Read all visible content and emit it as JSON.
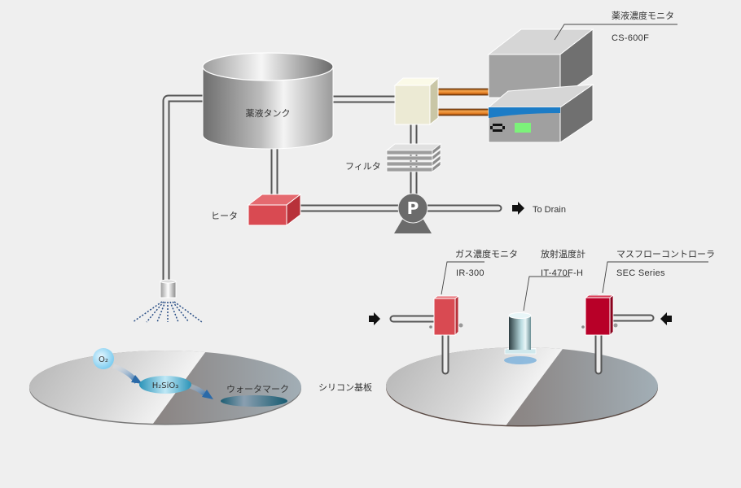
{
  "diagram": {
    "type": "process-diagram",
    "labels": {
      "tank": "薬液タンク",
      "concentration_monitor": "薬液濃度モニタ",
      "concentration_monitor_model": "CS-600F",
      "filter": "フィルタ",
      "heater": "ヒータ",
      "pump_symbol": "P",
      "drain": "To Drain",
      "gas_monitor": "ガス濃度モニタ",
      "gas_monitor_model": "IR-300",
      "thermometer": "放射温度計",
      "thermometer_model": "IT-470F-H",
      "mass_flow_controller": "マスフローコントローラ",
      "mass_flow_controller_model": "SEC Series",
      "wafer": "シリコン基板",
      "oxygen": "O₂",
      "silicate": "H₂SiO₃",
      "watermark": "ウォータマーク"
    },
    "colors": {
      "background": "#efefef",
      "heater": "#d94a52",
      "gas_monitor": "#d94a52",
      "mfc": "#b80028",
      "monitor_stripe": "#1c7cc6",
      "monitor_display": "#7cf27a",
      "tube_orange": "#f08a2e",
      "pump": "#6b6b6b"
    }
  }
}
